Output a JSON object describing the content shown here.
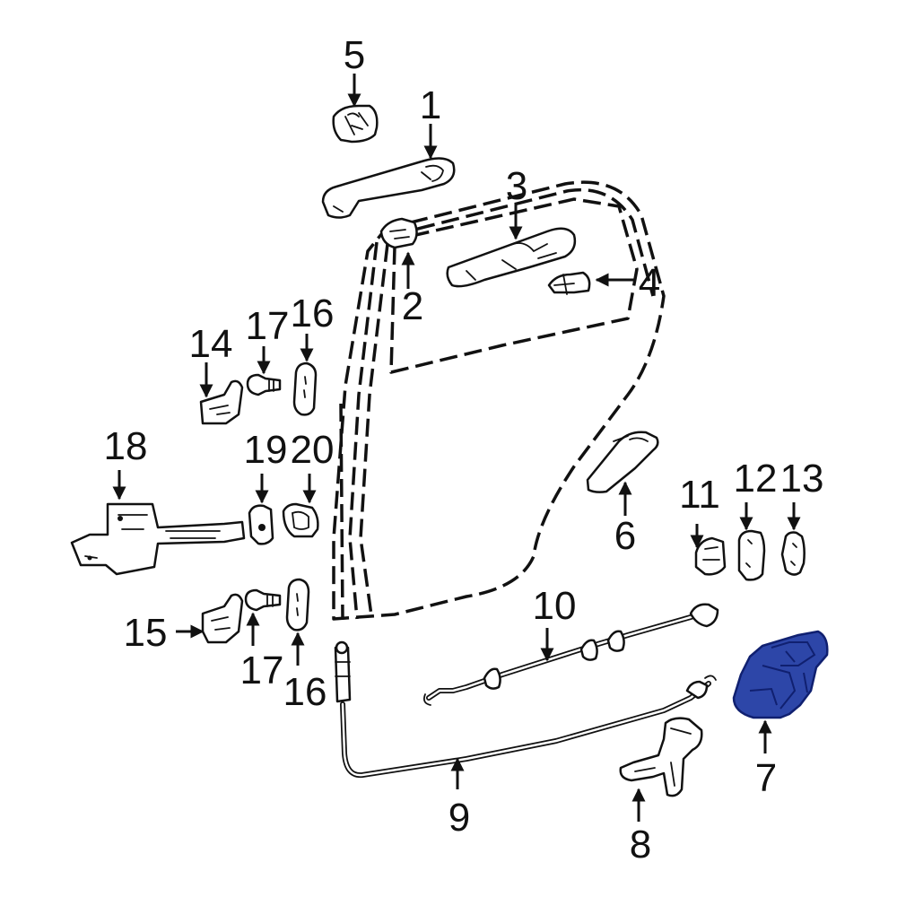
{
  "callouts": {
    "c1": "1",
    "c2": "2",
    "c3": "3",
    "c4": "4",
    "c5": "5",
    "c6": "6",
    "c7": "7",
    "c8": "8",
    "c9": "9",
    "c10": "10",
    "c11": "11",
    "c12": "12",
    "c13": "13",
    "c14": "14",
    "c15": "15",
    "c16a": "16",
    "c16b": "16",
    "c17a": "17",
    "c17b": "17",
    "c18": "18",
    "c19": "19",
    "c20": "20"
  },
  "colors": {
    "highlight": "#2d46a8",
    "highlight_dark": "#102070",
    "line": "#111111"
  }
}
